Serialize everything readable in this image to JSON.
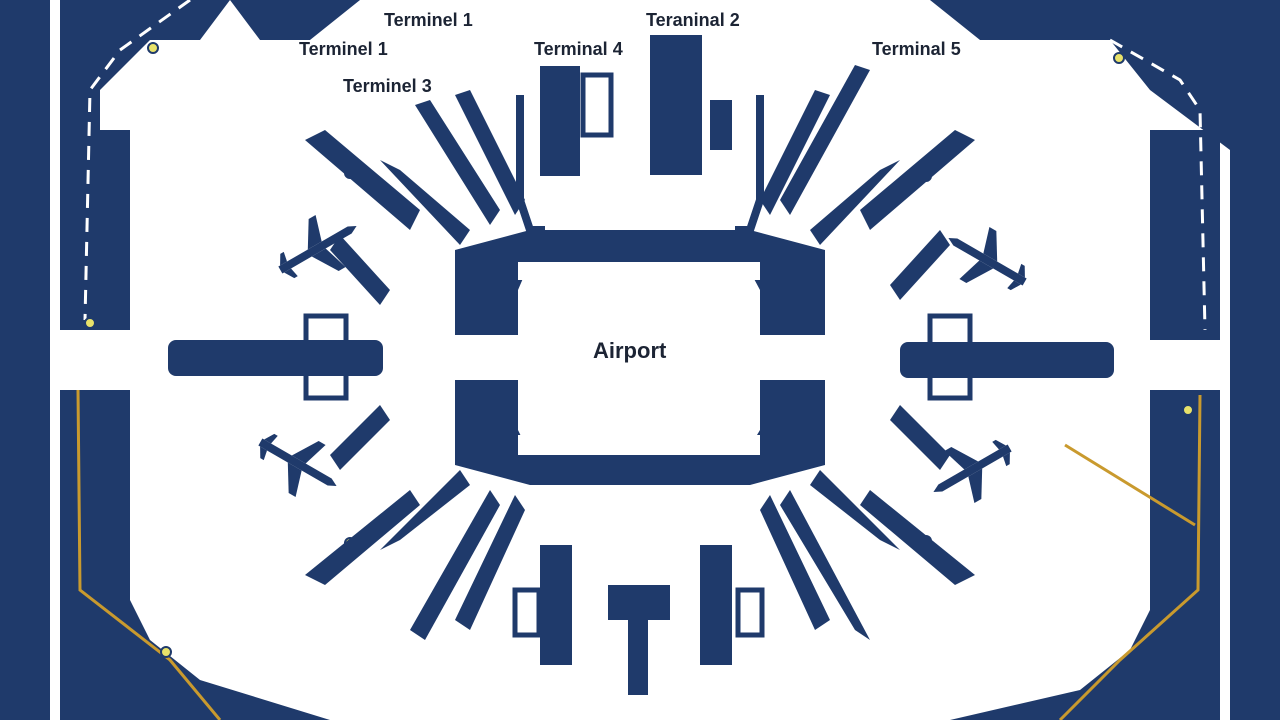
{
  "map": {
    "center_label": "Airport",
    "terminals": [
      "Terminel 1",
      "Terminel 1",
      "Terminel 3",
      "Terminal 4",
      "Teraninal 2",
      "Terminal 5"
    ]
  },
  "colors": {
    "navy": "#1f3a6b",
    "background": "#ffffff",
    "taxiway_line": "#c99a2e",
    "marker": "#e8e26a"
  },
  "icons": [
    "airplane-icon",
    "airplane-icon",
    "airplane-icon",
    "airplane-icon"
  ]
}
